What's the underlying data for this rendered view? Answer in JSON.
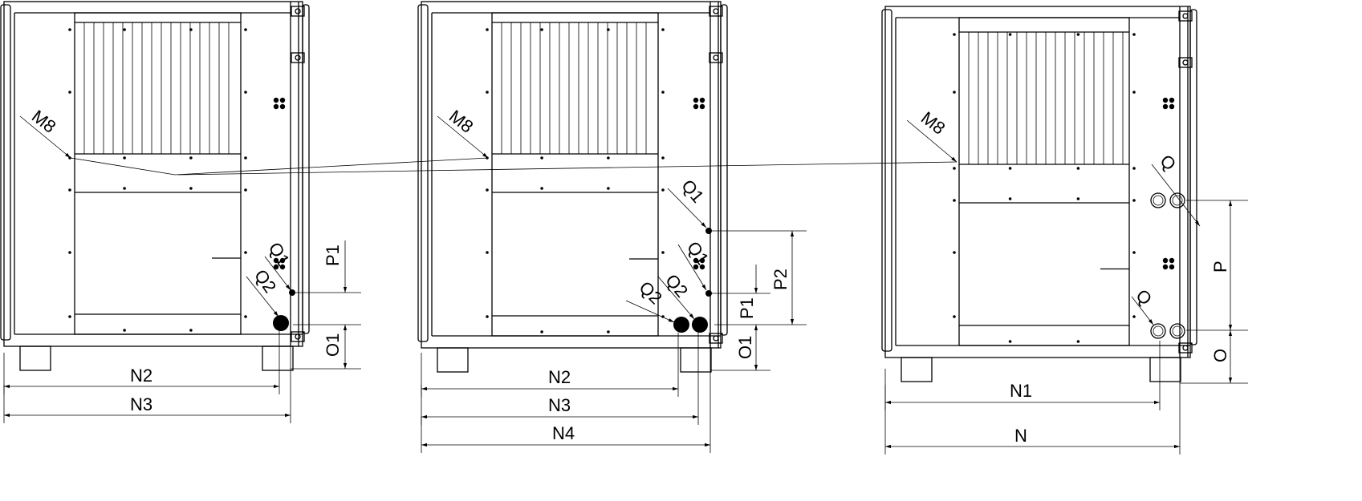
{
  "views": [
    {
      "name": "view-1",
      "labels": {
        "m8": "M8",
        "q1": "Q1",
        "q2": "Q2",
        "p1": "P1",
        "o1": "O1",
        "n2": "N2",
        "n3": "N3"
      }
    },
    {
      "name": "view-2",
      "labels": {
        "m8": "M8",
        "q1_top": "Q1",
        "q1": "Q1",
        "q2_left": "Q2",
        "q2_right": "Q2",
        "p1": "P1",
        "p2": "P2",
        "o1": "O1",
        "n2": "N2",
        "n3": "N3",
        "n4": "N4"
      }
    },
    {
      "name": "view-3",
      "labels": {
        "m8": "M8",
        "q_top": "Q",
        "q_bottom": "Q",
        "p": "P",
        "o": "O",
        "n1": "N1",
        "n": "N"
      }
    }
  ]
}
